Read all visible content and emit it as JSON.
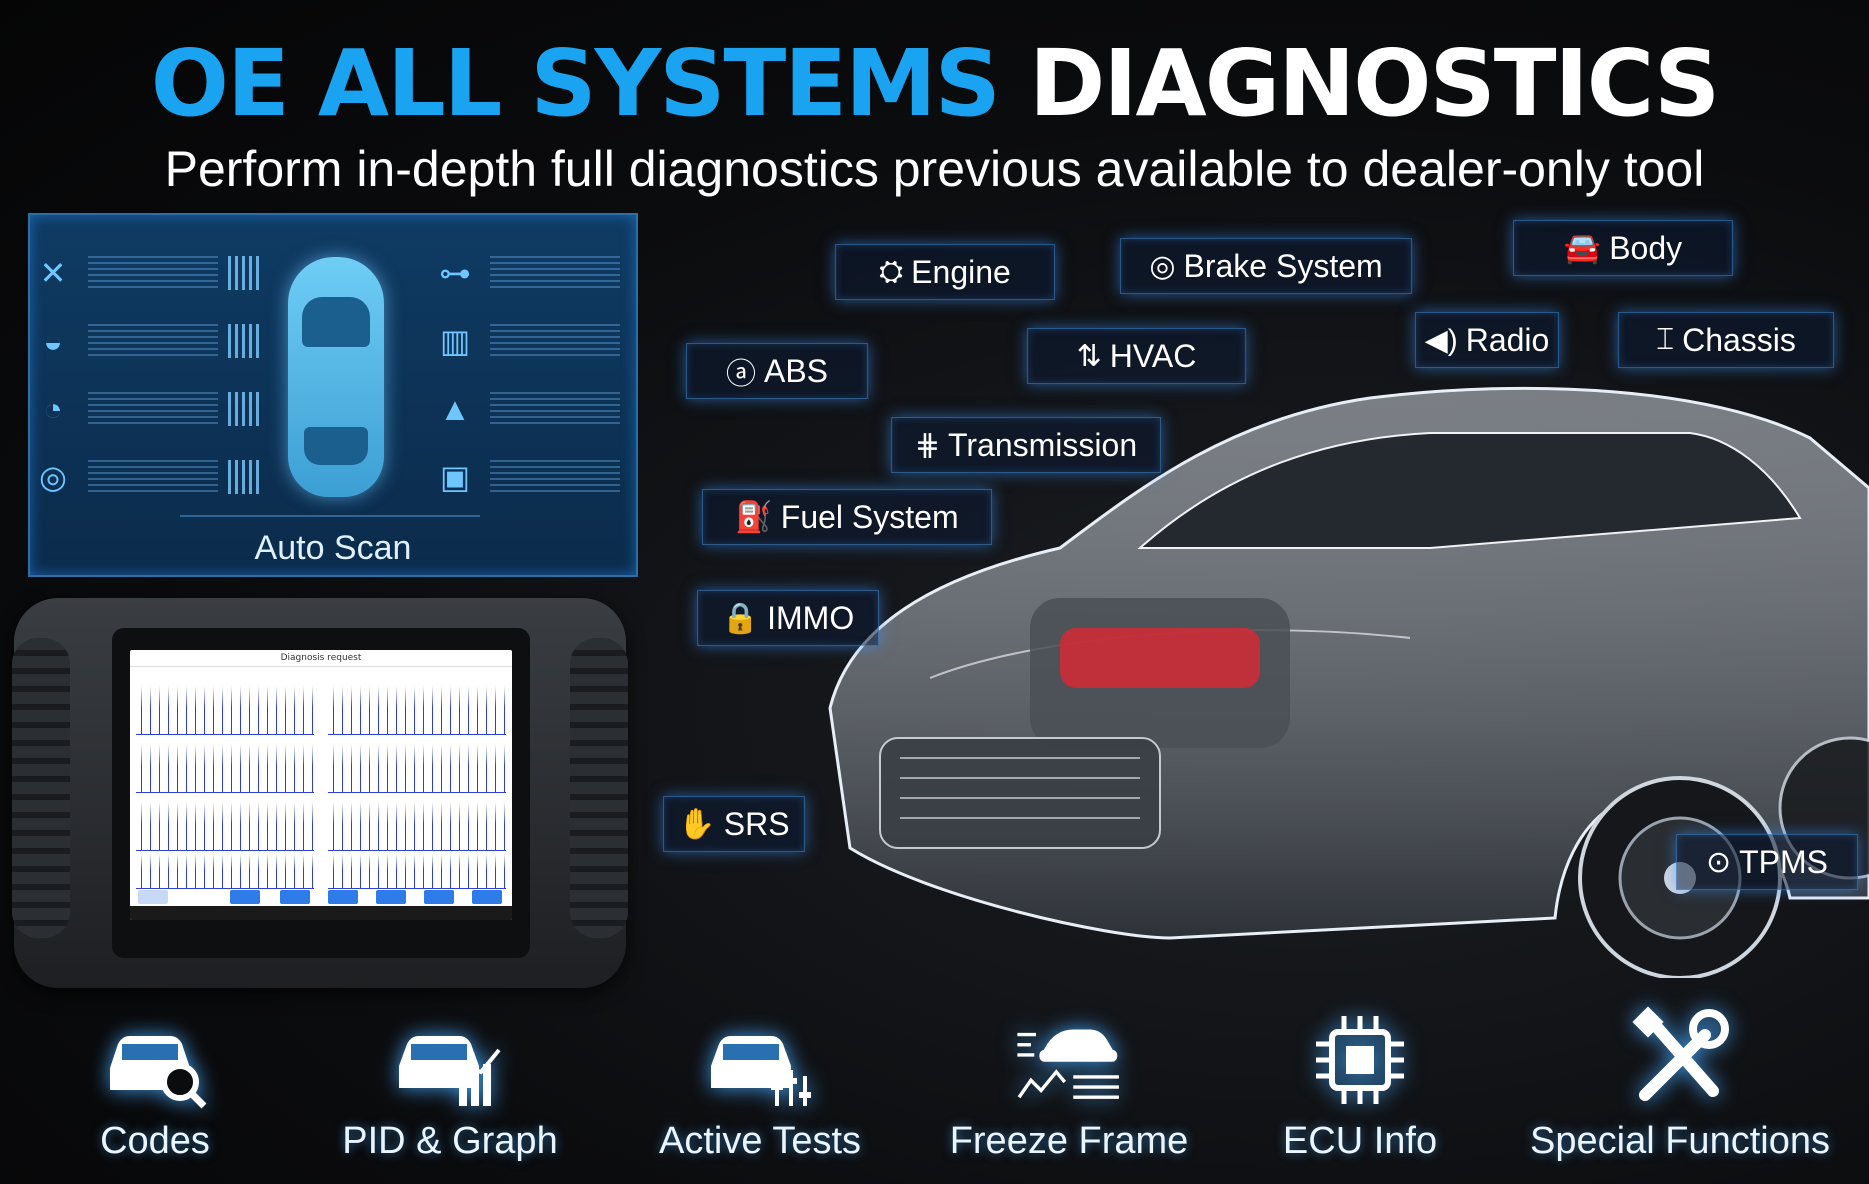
{
  "header": {
    "title_blue": "OE ALL SYSTEMS",
    "title_white": "DIAGNOSTICS",
    "subtitle": "Perform in-depth full diagnostics previous available to dealer-only tool"
  },
  "scan_panel": {
    "label": "Auto Scan"
  },
  "tablet": {
    "screen_title": "Diagnosis request"
  },
  "systems": [
    {
      "label": "Engine",
      "icon": "engine-icon"
    },
    {
      "label": "Brake System",
      "icon": "brake-icon"
    },
    {
      "label": "Body",
      "icon": "car-body-icon"
    },
    {
      "label": "ABS",
      "icon": "abs-icon"
    },
    {
      "label": "HVAC",
      "icon": "hvac-icon"
    },
    {
      "label": "Radio",
      "icon": "speaker-icon"
    },
    {
      "label": "Chassis",
      "icon": "chassis-icon"
    },
    {
      "label": "Transmission",
      "icon": "transmission-icon"
    },
    {
      "label": "Fuel System",
      "icon": "fuel-pump-icon"
    },
    {
      "label": "IMMO",
      "icon": "lock-icon"
    },
    {
      "label": "SRS",
      "icon": "airbag-icon"
    },
    {
      "label": "TPMS",
      "icon": "tire-pressure-icon"
    }
  ],
  "features": [
    {
      "label": "Codes",
      "icon": "car-search-icon"
    },
    {
      "label": "PID & Graph",
      "icon": "car-graph-icon"
    },
    {
      "label": "Active Tests",
      "icon": "car-controls-icon"
    },
    {
      "label": "Freeze Frame",
      "icon": "freeze-frame-icon"
    },
    {
      "label": "ECU Info",
      "icon": "chip-icon"
    },
    {
      "label": "Special Functions",
      "icon": "tools-icon"
    }
  ],
  "colors": {
    "accent": "#1aa3f0",
    "glow": "#3c96ff",
    "background": "#0b0c0e"
  }
}
